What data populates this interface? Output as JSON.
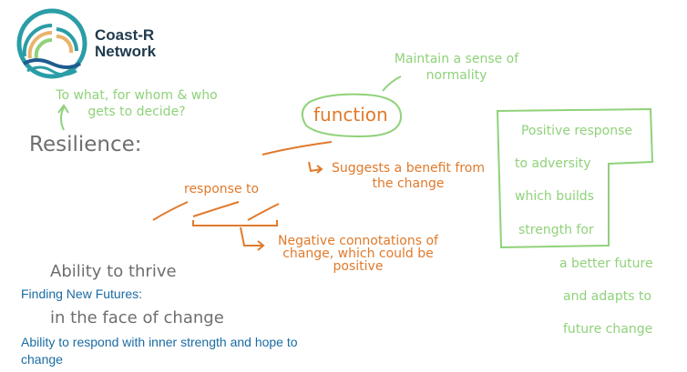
{
  "logo": {
    "line1": "Coast-R",
    "line2": "Network"
  },
  "annotations": {
    "to_what": [
      "To what, for whom & who",
      "gets to decide?"
    ],
    "resilience": "Resilience:",
    "function": "function",
    "normality": [
      "Maintain a sense of",
      "normality"
    ],
    "response_to": "response to",
    "suggests": [
      "Suggests a benefit from",
      "the change"
    ],
    "negative": [
      "Negative connotations of",
      "change, which could be",
      "positive"
    ]
  },
  "definition": {
    "line1": "Ability to thrive",
    "line2": "in the face of change"
  },
  "finding_new_futures": {
    "heading": "Finding New Futures:",
    "body_line1": "Ability to respond with inner strength and hope to",
    "body_line2": "change"
  },
  "right_box": {
    "lines": [
      "Positive response",
      "to adversity",
      "which builds",
      "strength for",
      "a better future",
      "and adapts to",
      "future change"
    ]
  },
  "colors": {
    "green": "#8fd27a",
    "orange": "#e07a2b",
    "blue": "#1a6ba3",
    "gray": "#6e6e6e",
    "navy": "#1f3a4d"
  }
}
